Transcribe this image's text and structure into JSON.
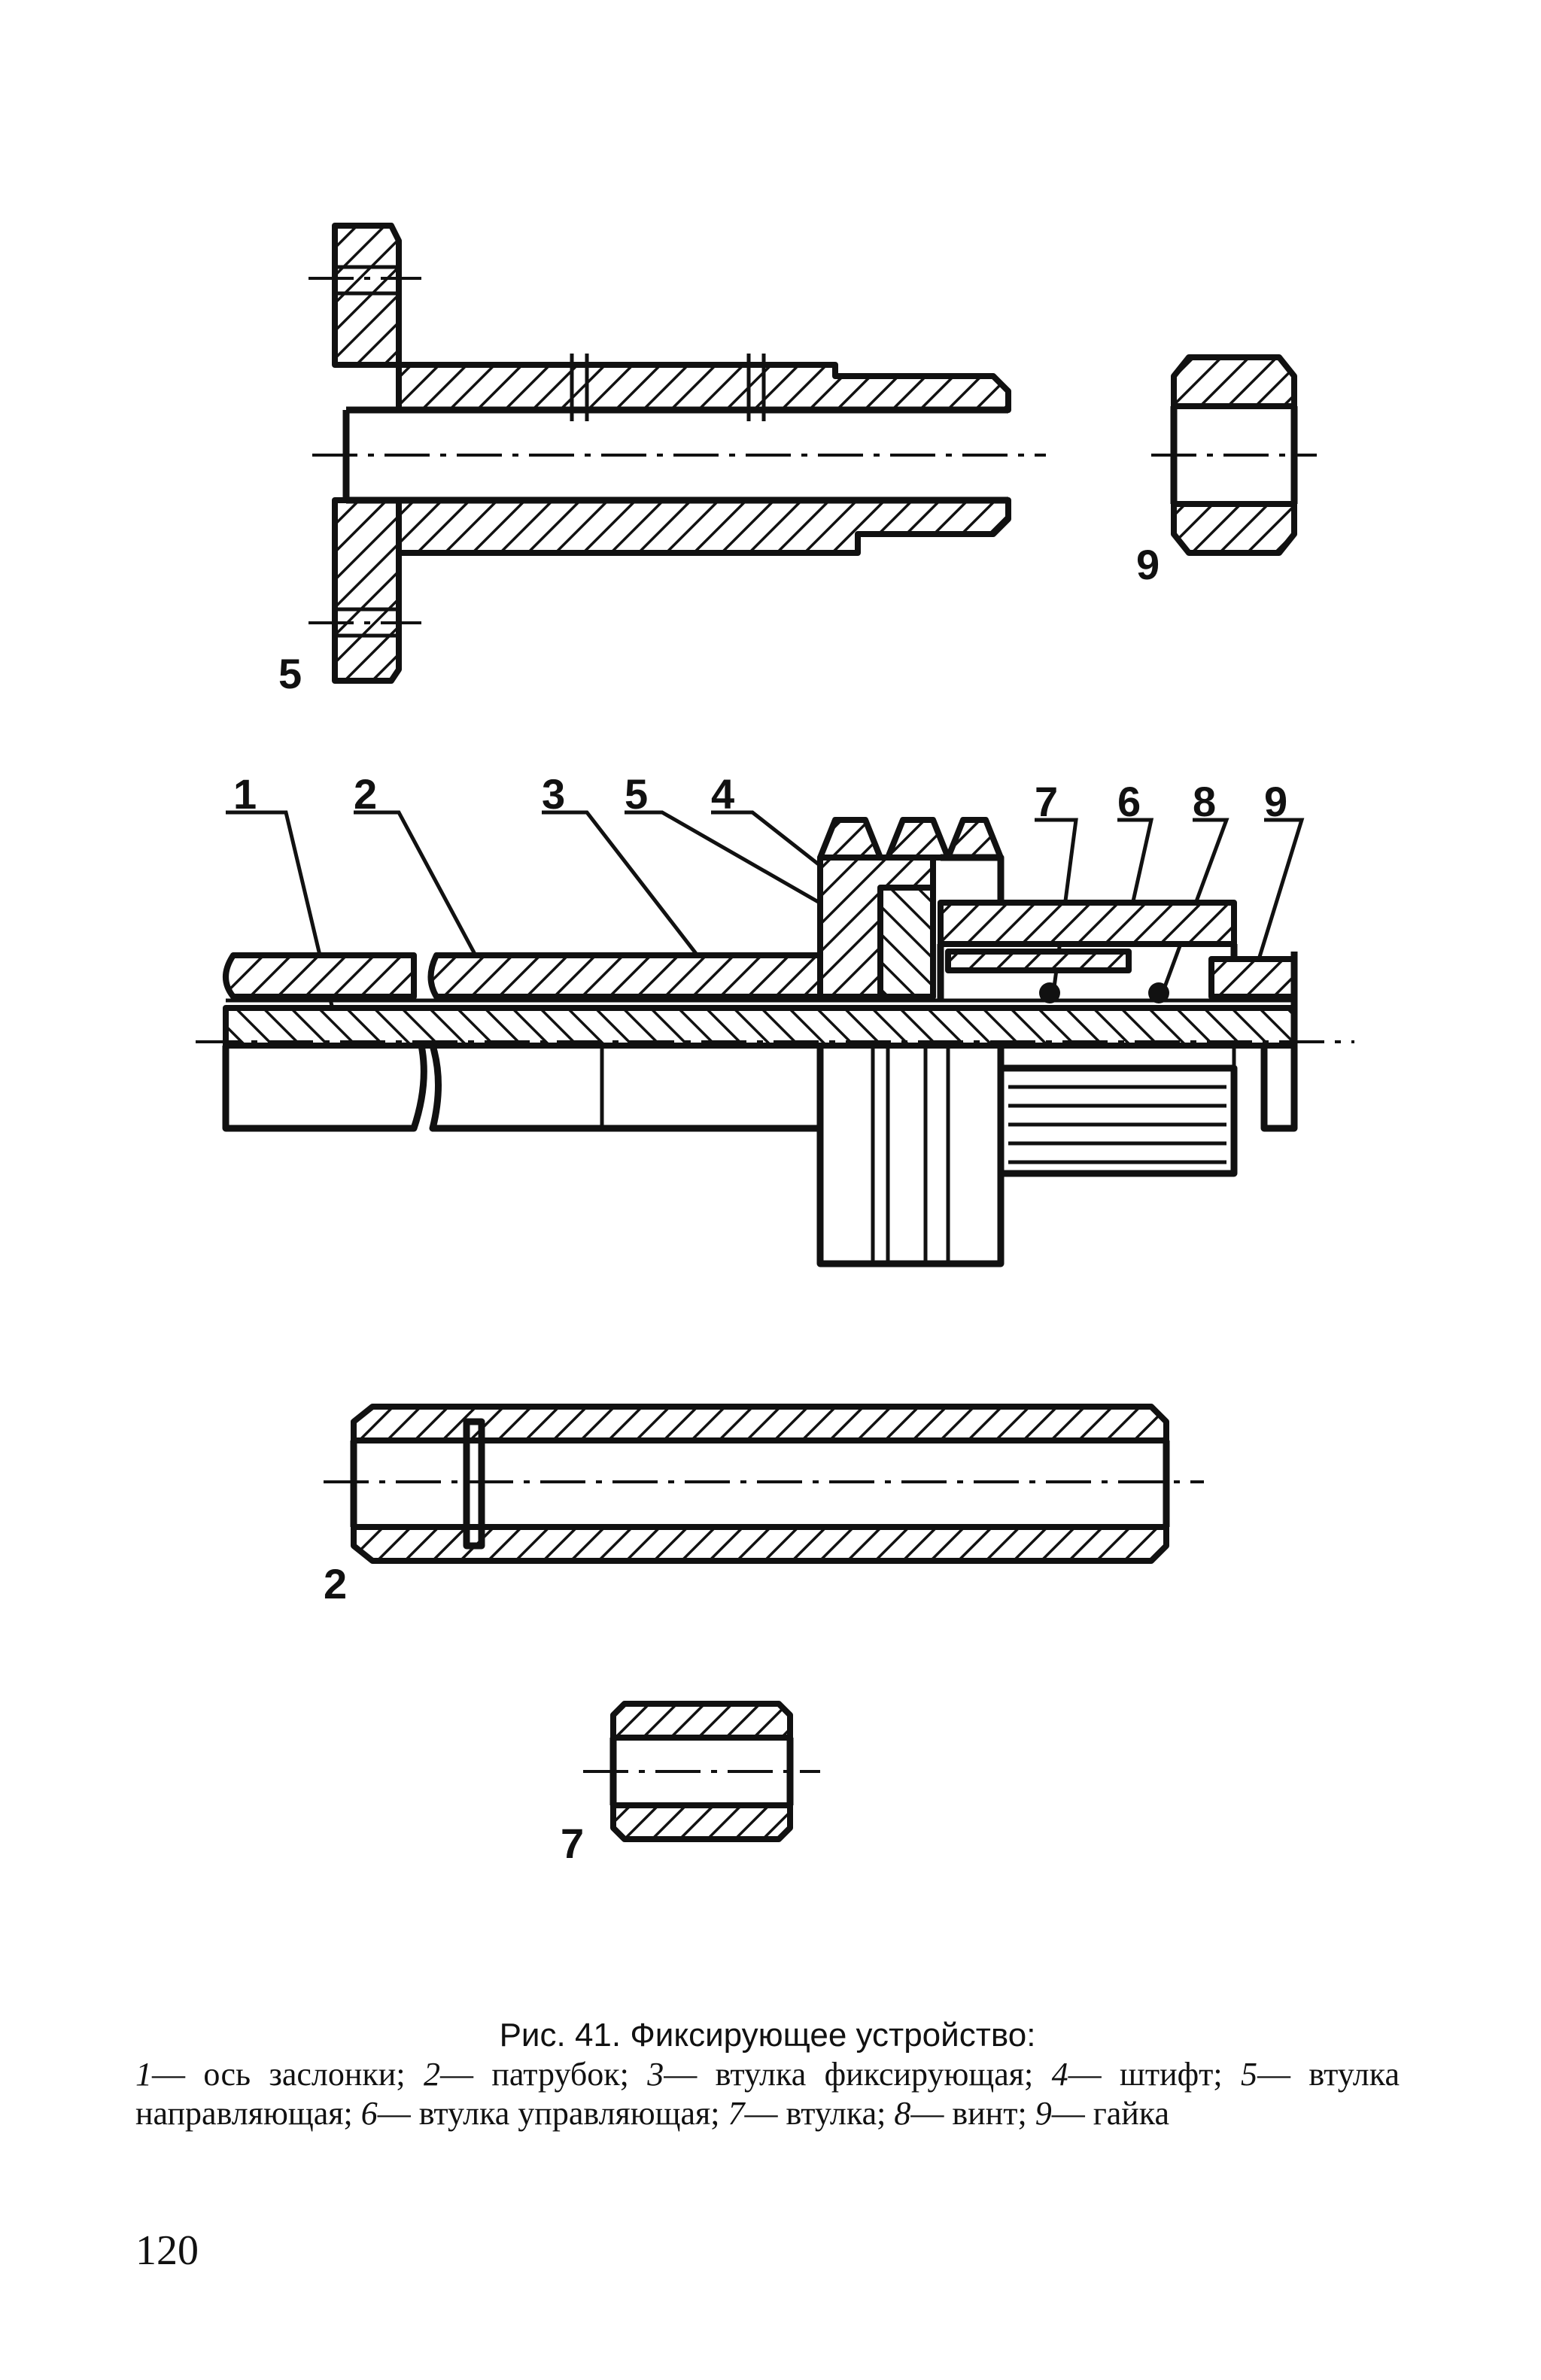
{
  "labels": {
    "part5": "5",
    "part9": "9",
    "part2": "2",
    "part7": "7",
    "assembly": [
      "1",
      "2",
      "3",
      "5",
      "4",
      "7",
      "6",
      "8",
      "9"
    ]
  },
  "caption": {
    "title": "Рис. 41. Фиксирующее устройство:",
    "items": [
      {
        "num": "1",
        "text": "— ось заслонки; "
      },
      {
        "num": "2",
        "text": "— патрубок; "
      },
      {
        "num": "3",
        "text": "— втулка фиксирующая; "
      },
      {
        "num": "4",
        "text": "— штифт; "
      },
      {
        "num": "5",
        "text": "— втулка направляющая; "
      },
      {
        "num": "6",
        "text": "— втулка управляющая; "
      },
      {
        "num": "7",
        "text": "— втулка; "
      },
      {
        "num": "8",
        "text": "— винт; "
      },
      {
        "num": "9",
        "text": "— гайка"
      }
    ]
  },
  "page_number": "120"
}
